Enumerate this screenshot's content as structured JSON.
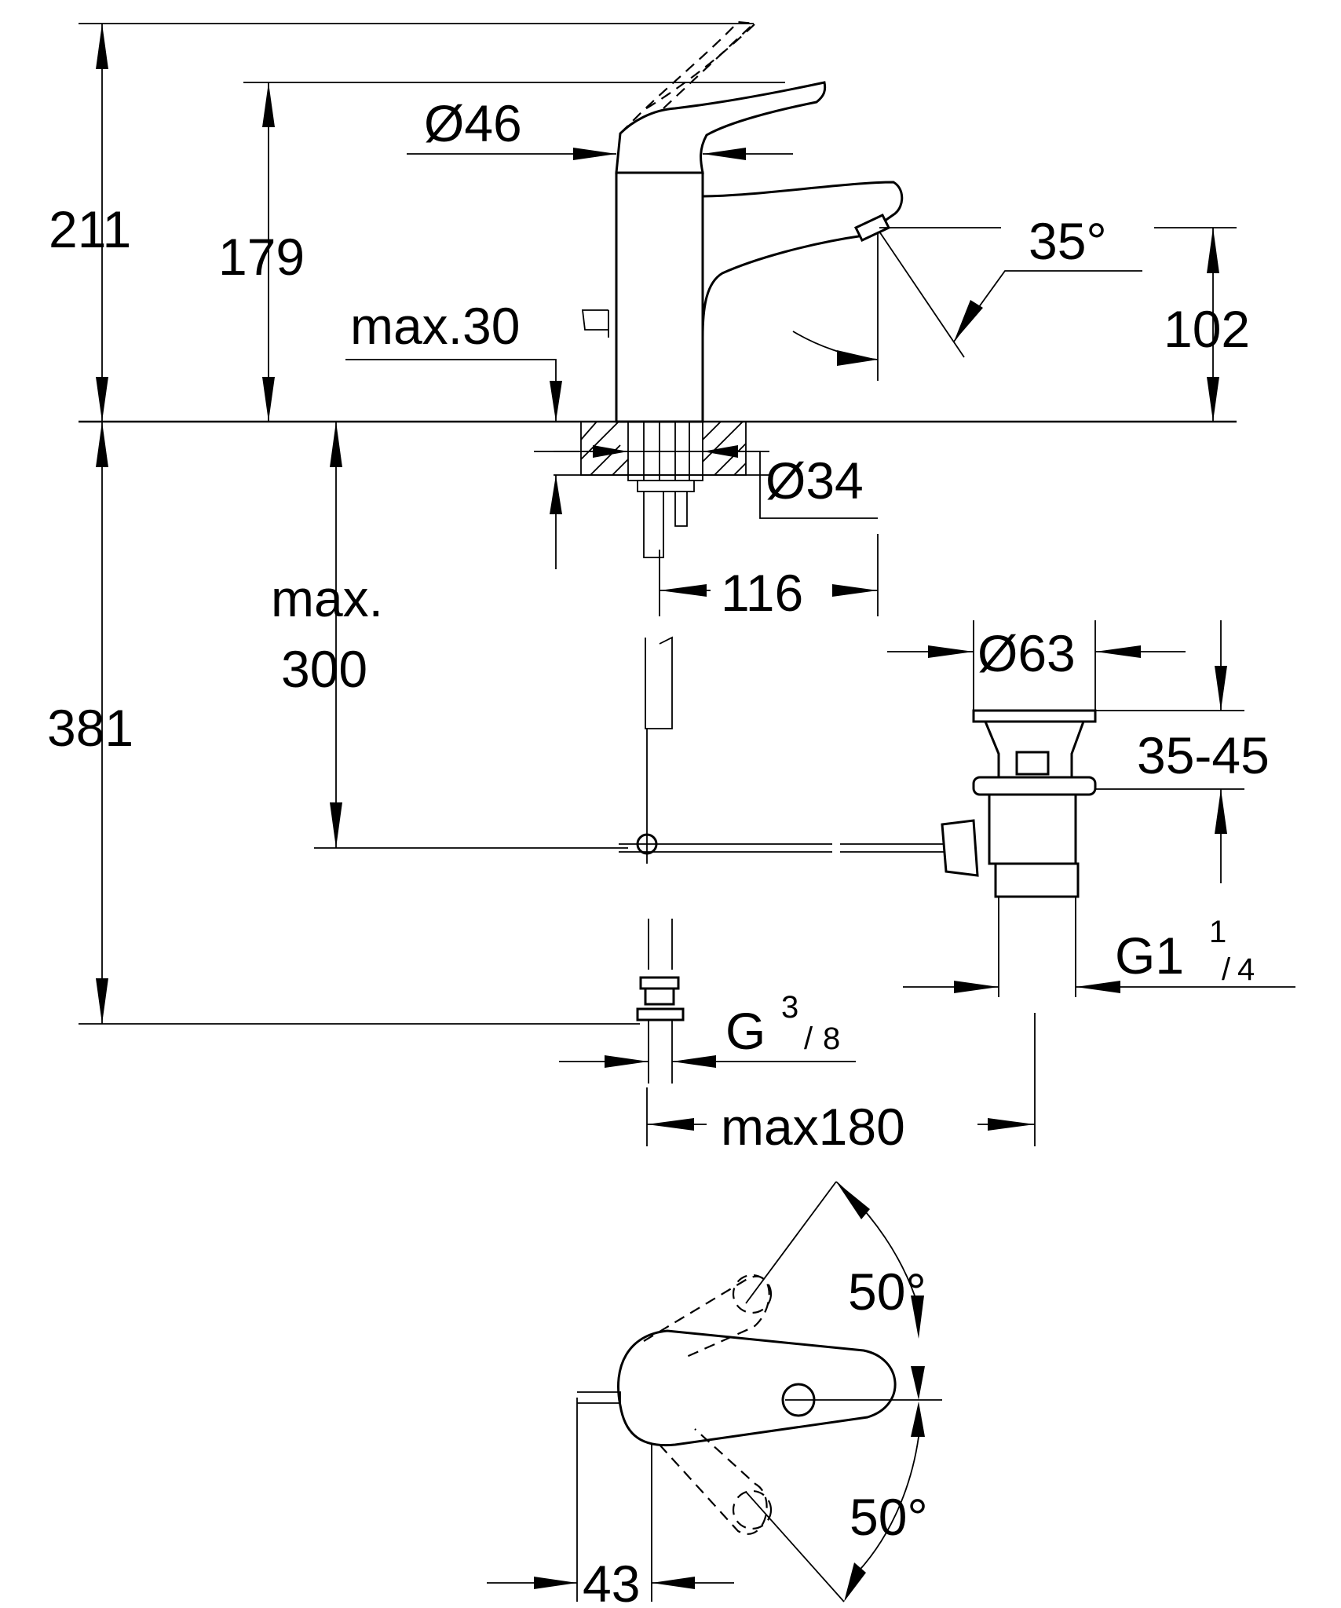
{
  "dimensions": {
    "total_height_above": "211",
    "lever_height": "179",
    "handle_diameter": "Ø46",
    "spout_angle": "35°",
    "spout_height": "102",
    "counter_thickness": "max.30",
    "shank_diameter": "Ø34",
    "spout_reach": "116",
    "waste_diameter": "Ø63",
    "waste_range": "35-45",
    "below_depth_line1": "max.",
    "below_depth_line2": "300",
    "total_height_below": "381",
    "waste_thread_main": "G1",
    "waste_thread_num": "1",
    "waste_thread_den": "4",
    "supply_thread_main": "G",
    "supply_thread_num": "3",
    "supply_thread_den": "8",
    "max_offset": "max180",
    "lever_angle_back": "50°",
    "lever_angle_front": "50°",
    "lever_offset": "43"
  },
  "colors": {
    "line": "#000000",
    "background": "#ffffff"
  }
}
